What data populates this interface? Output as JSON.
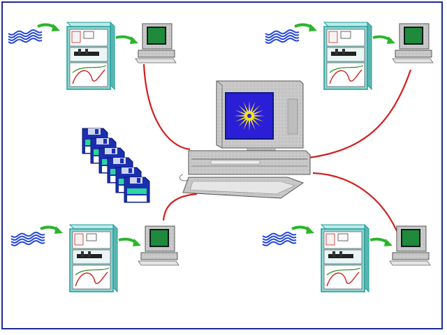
{
  "diagram": {
    "frame_color": "#1b2a8f",
    "link_color": "#d41e1e",
    "arrow_color": "#2bb52b",
    "cabinet_color": "#8fd3d1",
    "cabinet_edge": "#1e9e9a",
    "screen_color": "#1f8a3b",
    "central_screen_color": "#2a1fd6",
    "emblem_color": "#f2e51c",
    "wave_color": "#2345d6",
    "floppy_color": "#1a2fb0",
    "floppy_label_color": "#2bd6a0",
    "icons": [
      "wave-signal-icon",
      "green-arrow-icon",
      "equipment-cabinet-icon",
      "workstation-icon",
      "central-computer-icon",
      "sun-emblem-icon",
      "floppy-disk-stack-icon"
    ],
    "stations": [
      "top-left",
      "top-right",
      "bottom-left",
      "bottom-right"
    ],
    "floppy_count": 6
  }
}
